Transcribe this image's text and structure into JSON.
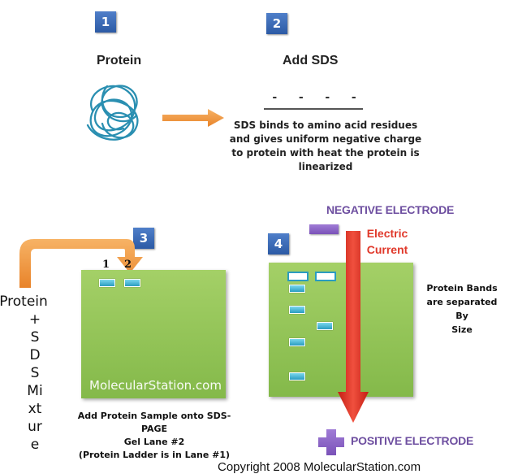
{
  "steps": {
    "s1": {
      "number": "1",
      "title": "Protein"
    },
    "s2": {
      "number": "2",
      "title": "Add SDS",
      "charges": [
        "-",
        "-",
        "-",
        "-"
      ],
      "description": [
        "SDS binds to amino acid residues",
        "and gives uniform negative charge",
        "to protein with heat the protein is",
        "linearized"
      ]
    },
    "s3": {
      "number": "3",
      "lane_labels": [
        "1",
        "2"
      ],
      "watermark": "MolecularStation.com",
      "sample_label_first": "Protein",
      "sample_label_rest": "+SDSMixture",
      "caption": [
        "Add Protein Sample onto SDS-PAGE",
        "Gel Lane #2",
        "(Protein Ladder is in Lane #1)"
      ]
    },
    "s4": {
      "number": "4",
      "negative_electrode": "NEGATIVE ELECTRODE",
      "current_label": [
        "Electric",
        "Current"
      ],
      "bands_note": [
        "Protein Bands",
        "are separated",
        "By",
        "Size"
      ],
      "positive_electrode": "POSITIVE ELECTRODE"
    }
  },
  "colors": {
    "step_badge": "#3b6cb8",
    "arrow_orange": "#f39b3f",
    "gel_green": "#95c659",
    "band_blue": "#3ab3d6",
    "electrode_purple": "#8a63c3",
    "current_red": "#e0382a"
  },
  "copyright": "Copyright 2008 MolecularStation.com"
}
